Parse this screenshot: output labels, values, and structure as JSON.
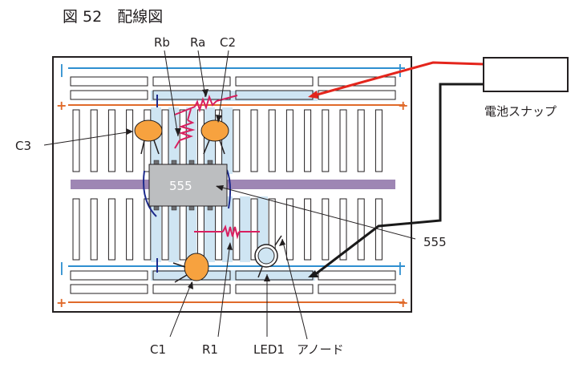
{
  "figure": {
    "title": "図 52　配線図"
  },
  "labels": {
    "rb": "Rb",
    "ra": "Ra",
    "c2": "C2",
    "c3": "C3",
    "chip": "555",
    "ic_callout": "555",
    "battery": "電池スナップ",
    "c1": "C1",
    "r1": "R1",
    "led1": "LED1",
    "anode": "アノード"
  },
  "rail_marks": {
    "minus": "|",
    "plus": "+"
  },
  "colors": {
    "rail_minus": "#2e8fd0",
    "rail_plus": "#e06a2a",
    "highlight": "#cfe5f3",
    "center_channel": "#9e86b4",
    "chip": "#bcbec0",
    "capacitor": "#f7a23f",
    "resistor": "#d81f5f",
    "wire_jumper": "#1d2a8c",
    "battery_red": "#e4251c",
    "battery_black": "#1a1a1a"
  }
}
